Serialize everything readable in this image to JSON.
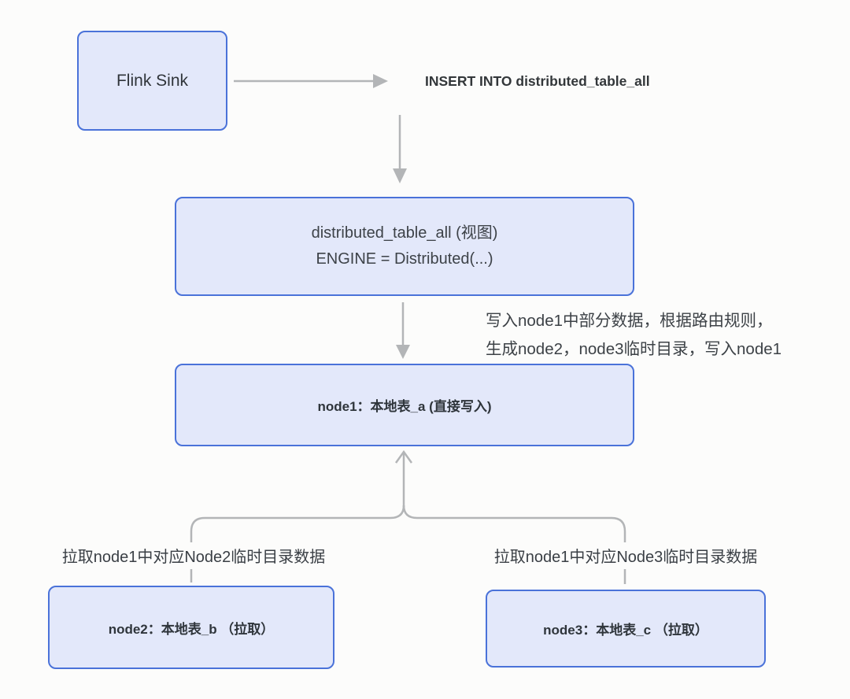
{
  "colors": {
    "background": "#fcfcfb",
    "box_fill": "#e3e8fa",
    "box_border": "#4a72d9",
    "connector": "#b3b5b7",
    "text_dark": "#33383d",
    "text_regular": "#3d4248"
  },
  "diagram": {
    "flink_sink_label": "Flink Sink",
    "insert_statement": "INSERT INTO distributed_table_all",
    "distributed_table": {
      "line1": "distributed_table_all (视图)",
      "line2": "ENGINE = Distributed(...)"
    },
    "routing_note": {
      "line1": "写入node1中部分数据，根据路由规则，",
      "line2": "生成node2，node3临时目录，写入node1"
    },
    "node1_label": "node1：本地表_a (直接写入)",
    "pull_node2_label": "拉取node1中对应Node2临时目录数据",
    "pull_node3_label": "拉取node1中对应Node3临时目录数据",
    "node2_label": "node2：本地表_b （拉取）",
    "node3_label": "node3：本地表_c （拉取）"
  }
}
